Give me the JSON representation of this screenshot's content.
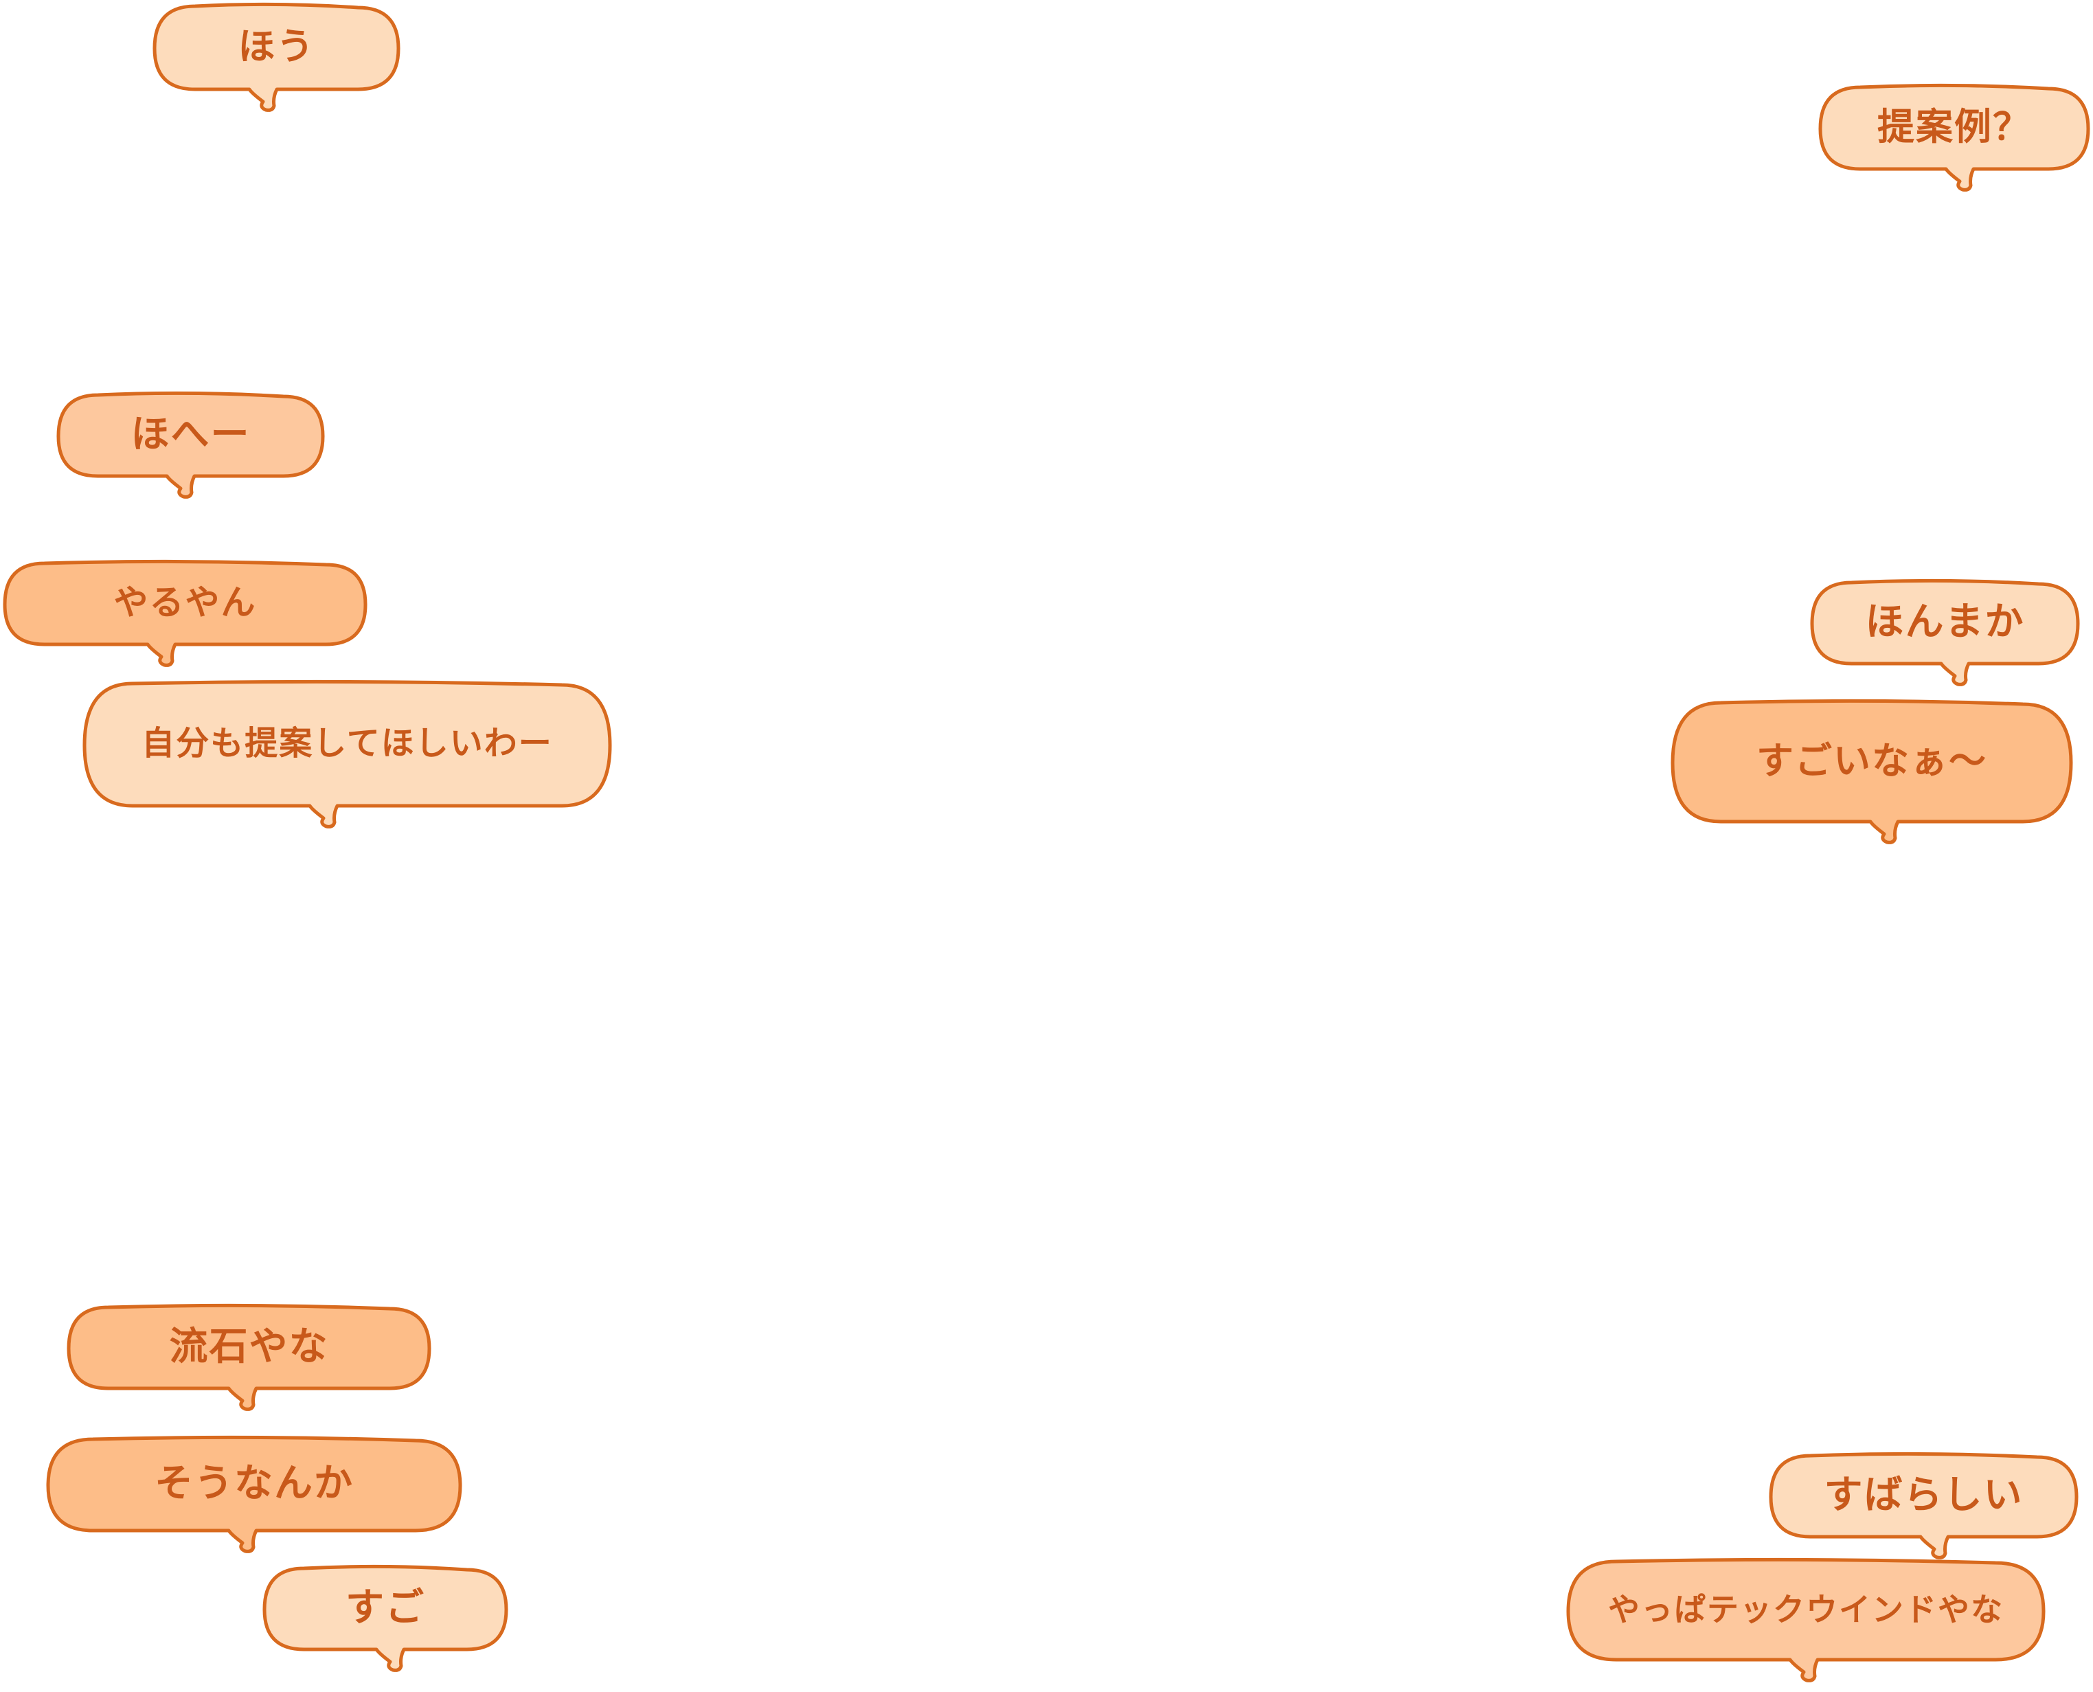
{
  "palette": {
    "outline": "#d86a1e",
    "text": "#c8591a",
    "fill_light": "#fddcbc",
    "fill_mid": "#fdc89e",
    "fill_dark": "#fdbd88"
  },
  "bubbles": [
    {
      "id": "hou",
      "text": "ほう",
      "tone": "light"
    },
    {
      "id": "teianrei",
      "text": "提案例？",
      "tone": "light"
    },
    {
      "id": "hehe",
      "text": "ほへー",
      "tone": "mid"
    },
    {
      "id": "yaruyan",
      "text": "やるやん",
      "tone": "dark"
    },
    {
      "id": "jibunmo",
      "text": "自分も提案してほしいわー",
      "tone": "light"
    },
    {
      "id": "honmaka",
      "text": "ほんまか",
      "tone": "light"
    },
    {
      "id": "sugoinaa",
      "text": "すごいなぁ～",
      "tone": "dark"
    },
    {
      "id": "sasugayana",
      "text": "流石やな",
      "tone": "dark"
    },
    {
      "id": "sounanka",
      "text": "そうなんか",
      "tone": "dark"
    },
    {
      "id": "sugo",
      "text": "すご",
      "tone": "light"
    },
    {
      "id": "subarashii",
      "text": "すばらしい",
      "tone": "light"
    },
    {
      "id": "yappa",
      "text": "やっぱテックウインドやな",
      "tone": "mid"
    }
  ]
}
